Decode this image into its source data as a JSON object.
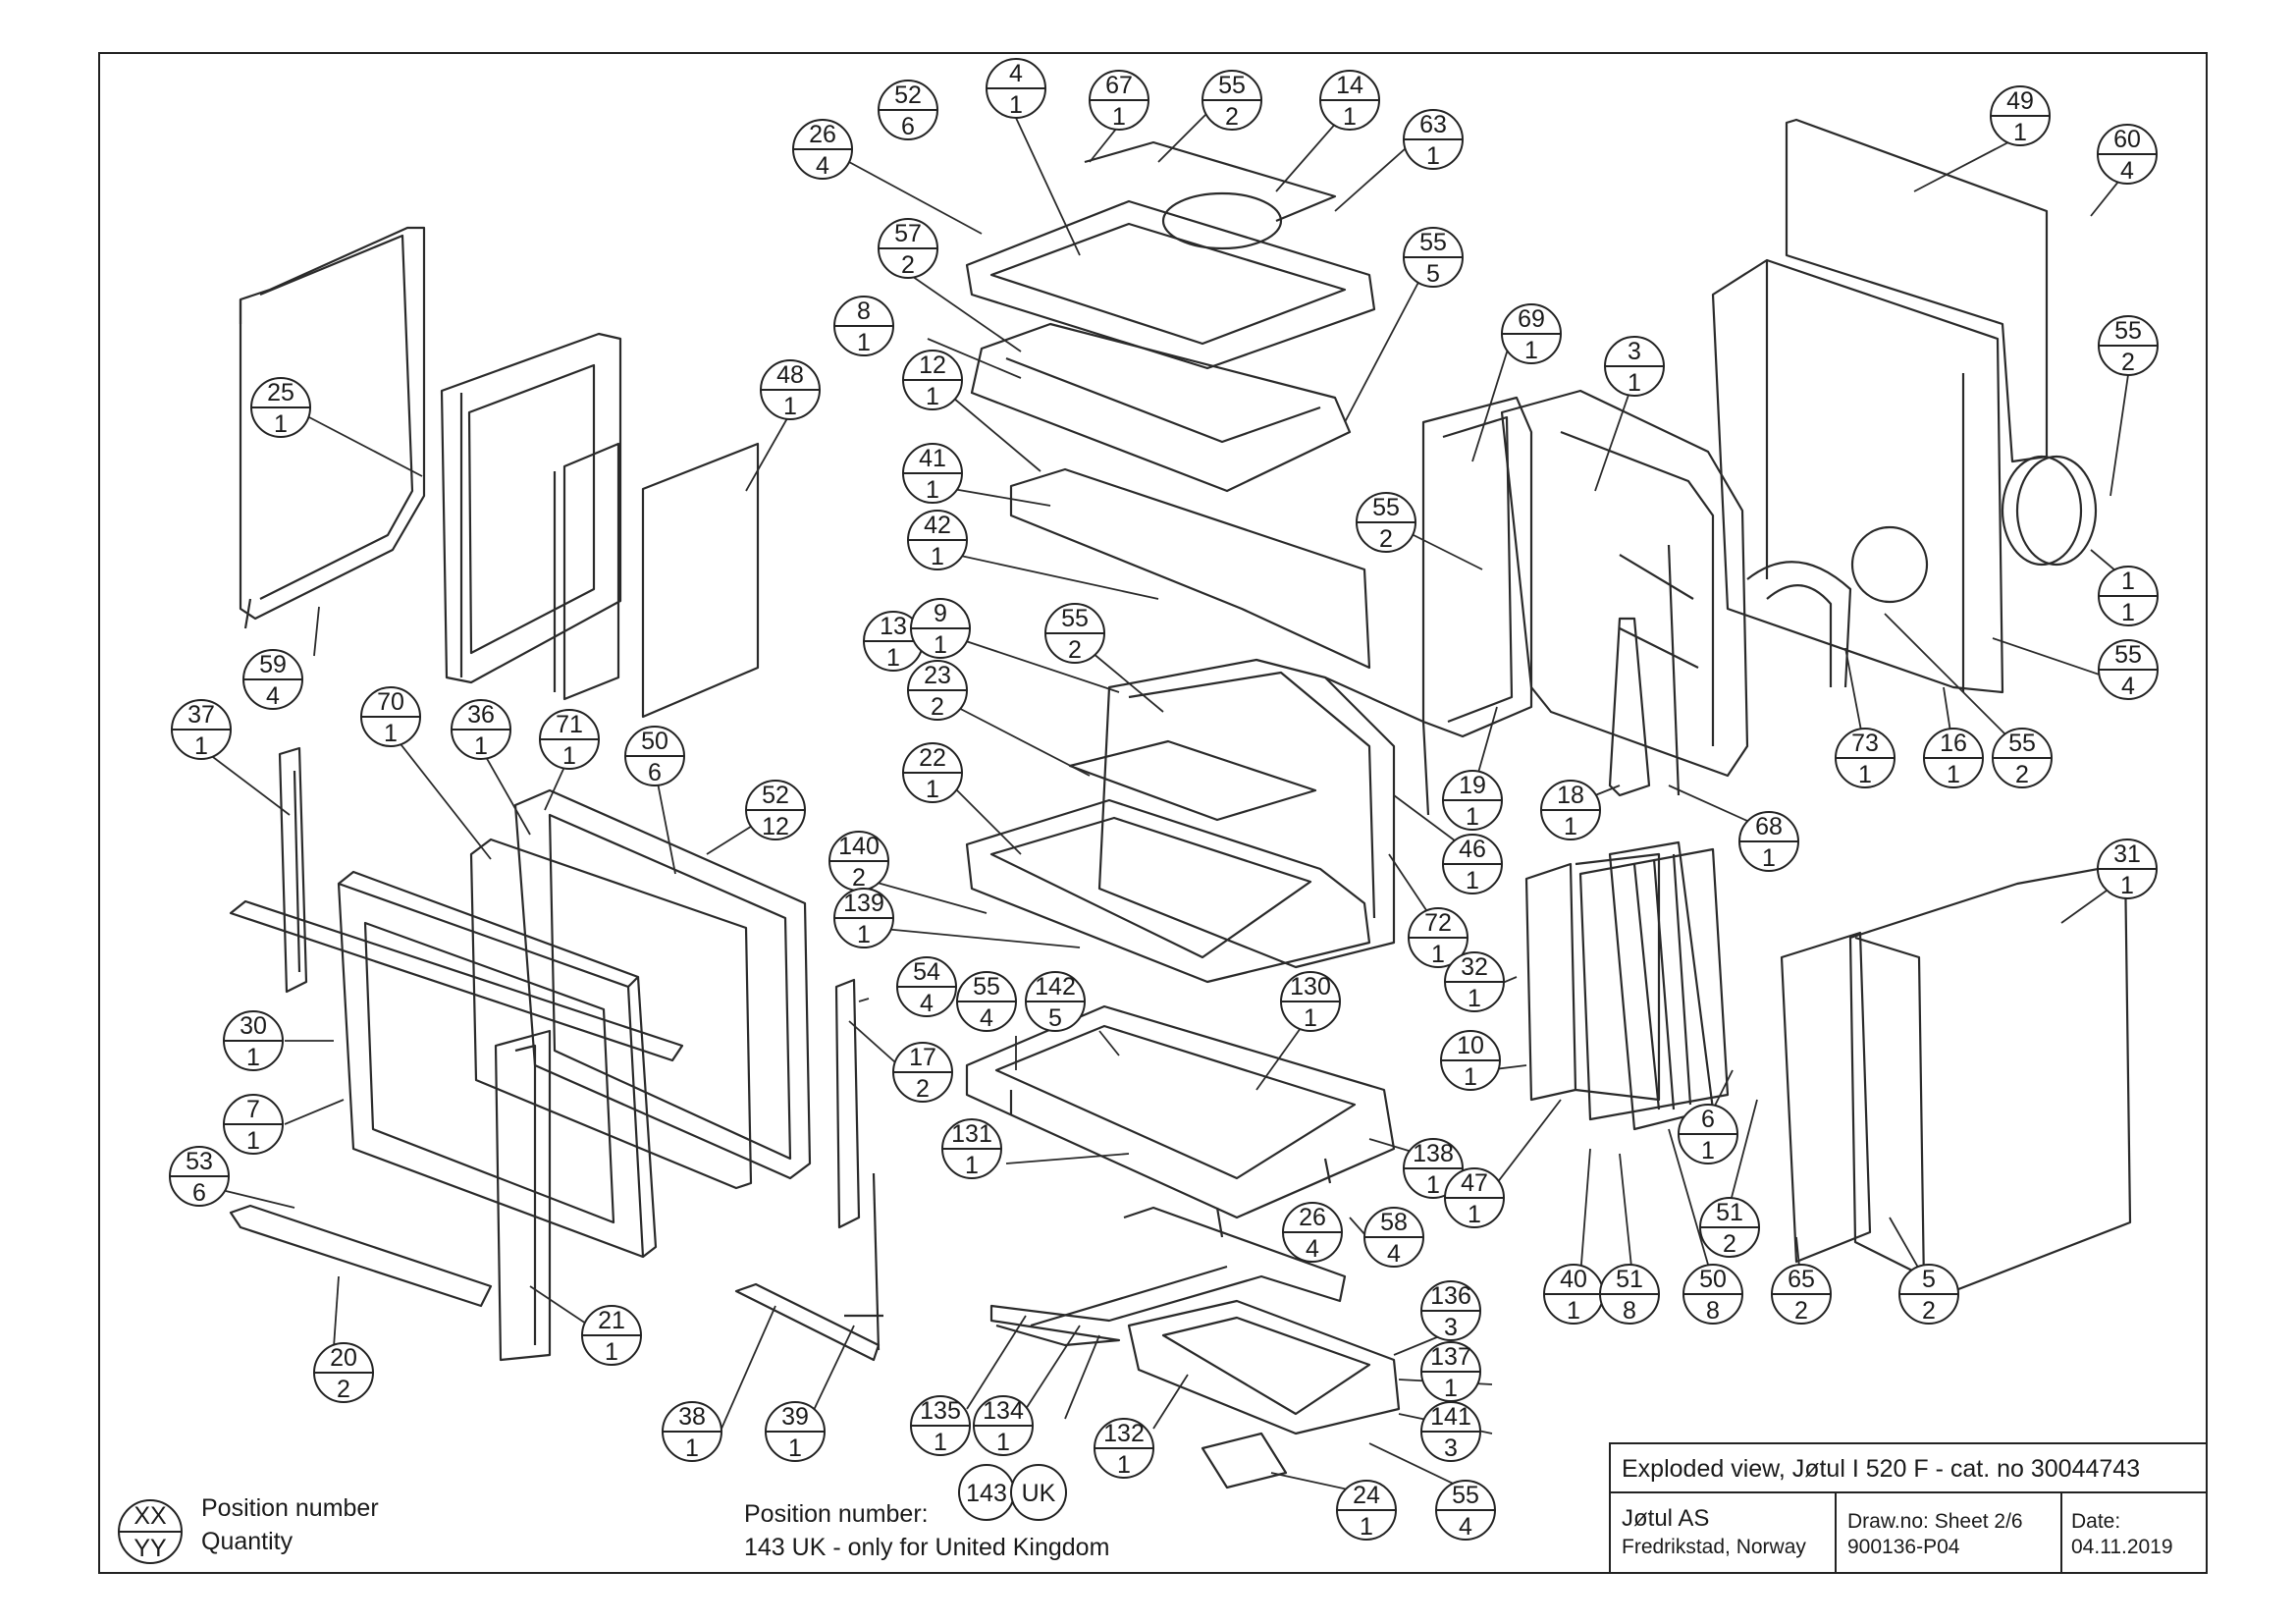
{
  "title_block": {
    "title": "Exploded view, Jøtul I 520 F - cat. no 30044743",
    "company": "Jøtul AS",
    "location": "Fredrikstad, Norway",
    "drawno_label": "Draw.no: Sheet 2/6",
    "drawno_value": "900136-P04",
    "date_label": "Date:",
    "date_value": "04.11.2019"
  },
  "legend": {
    "top": "XX",
    "bottom": "YY",
    "position_label": "Position number",
    "quantity_label": "Quantity"
  },
  "note": {
    "line1": "Position number:",
    "line2": "143 UK - only for United Kingdom"
  },
  "bubble_143": {
    "pos": "143",
    "qty": "UK"
  },
  "callouts": [
    {
      "pos": "52",
      "qty": "6"
    },
    {
      "pos": "26",
      "qty": "4"
    },
    {
      "pos": "4",
      "qty": "1"
    },
    {
      "pos": "67",
      "qty": "1"
    },
    {
      "pos": "55",
      "qty": "2"
    },
    {
      "pos": "14",
      "qty": "1"
    },
    {
      "pos": "63",
      "qty": "1"
    },
    {
      "pos": "57",
      "qty": "2"
    },
    {
      "pos": "55",
      "qty": "5"
    },
    {
      "pos": "8",
      "qty": "1"
    },
    {
      "pos": "12",
      "qty": "1"
    },
    {
      "pos": "41",
      "qty": "1"
    },
    {
      "pos": "42",
      "qty": "1"
    },
    {
      "pos": "13",
      "qty": "1"
    },
    {
      "pos": "9",
      "qty": "1"
    },
    {
      "pos": "55",
      "qty": "2"
    },
    {
      "pos": "23",
      "qty": "2"
    },
    {
      "pos": "22",
      "qty": "1"
    },
    {
      "pos": "140",
      "qty": "2"
    },
    {
      "pos": "139",
      "qty": "1"
    },
    {
      "pos": "55",
      "qty": "4"
    },
    {
      "pos": "142",
      "qty": "5"
    },
    {
      "pos": "130",
      "qty": "1"
    },
    {
      "pos": "131",
      "qty": "1"
    },
    {
      "pos": "138",
      "qty": "1"
    },
    {
      "pos": "26",
      "qty": "4"
    },
    {
      "pos": "58",
      "qty": "4"
    },
    {
      "pos": "136",
      "qty": "3"
    },
    {
      "pos": "137",
      "qty": "1"
    },
    {
      "pos": "141",
      "qty": "3"
    },
    {
      "pos": "135",
      "qty": "1"
    },
    {
      "pos": "134",
      "qty": "1"
    },
    {
      "pos": "132",
      "qty": "1"
    },
    {
      "pos": "24",
      "qty": "1"
    },
    {
      "pos": "55",
      "qty": "4"
    },
    {
      "pos": "38",
      "qty": "1"
    },
    {
      "pos": "39",
      "qty": "1"
    },
    {
      "pos": "25",
      "qty": "1"
    },
    {
      "pos": "48",
      "qty": "1"
    },
    {
      "pos": "59",
      "qty": "4"
    },
    {
      "pos": "37",
      "qty": "1"
    },
    {
      "pos": "70",
      "qty": "1"
    },
    {
      "pos": "36",
      "qty": "1"
    },
    {
      "pos": "71",
      "qty": "1"
    },
    {
      "pos": "50",
      "qty": "6"
    },
    {
      "pos": "52",
      "qty": "12"
    },
    {
      "pos": "54",
      "qty": "4"
    },
    {
      "pos": "17",
      "qty": "2"
    },
    {
      "pos": "30",
      "qty": "1"
    },
    {
      "pos": "7",
      "qty": "1"
    },
    {
      "pos": "53",
      "qty": "6"
    },
    {
      "pos": "20",
      "qty": "2"
    },
    {
      "pos": "21",
      "qty": "1"
    },
    {
      "pos": "69",
      "qty": "1"
    },
    {
      "pos": "3",
      "qty": "1"
    },
    {
      "pos": "55",
      "qty": "2"
    },
    {
      "pos": "19",
      "qty": "1"
    },
    {
      "pos": "18",
      "qty": "1"
    },
    {
      "pos": "68",
      "qty": "1"
    },
    {
      "pos": "46",
      "qty": "1"
    },
    {
      "pos": "72",
      "qty": "1"
    },
    {
      "pos": "49",
      "qty": "1"
    },
    {
      "pos": "60",
      "qty": "4"
    },
    {
      "pos": "55",
      "qty": "2"
    },
    {
      "pos": "1",
      "qty": "1"
    },
    {
      "pos": "55",
      "qty": "4"
    },
    {
      "pos": "73",
      "qty": "1"
    },
    {
      "pos": "16",
      "qty": "1"
    },
    {
      "pos": "55",
      "qty": "2"
    },
    {
      "pos": "31",
      "qty": "1"
    },
    {
      "pos": "32",
      "qty": "1"
    },
    {
      "pos": "10",
      "qty": "1"
    },
    {
      "pos": "47",
      "qty": "1"
    },
    {
      "pos": "6",
      "qty": "1"
    },
    {
      "pos": "51",
      "qty": "2"
    },
    {
      "pos": "40",
      "qty": "1"
    },
    {
      "pos": "51",
      "qty": "8"
    },
    {
      "pos": "50",
      "qty": "8"
    },
    {
      "pos": "65",
      "qty": "2"
    },
    {
      "pos": "5",
      "qty": "2"
    },
    {
      "pos": "55",
      "qty": "2"
    }
  ]
}
